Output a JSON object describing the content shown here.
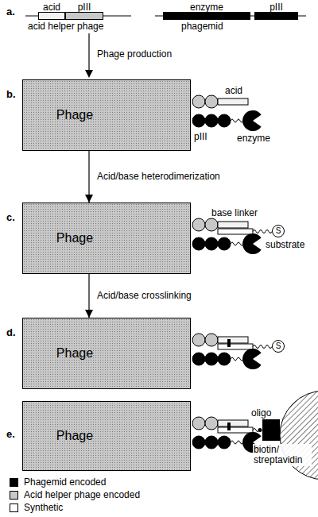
{
  "diagram": {
    "nodes": [
      {
        "text": [
          "acid"
        ]
      },
      {
        "text": [
          "pIII"
        ]
      },
      {
        "text": [
          "enzyme"
        ]
      },
      {
        "text": [
          "pIII"
        ]
      },
      {
        "text": [
          "Phage"
        ]
      },
      {
        "text": [
          "Phage"
        ]
      },
      {
        "text": [
          "S"
        ]
      },
      {
        "text": [
          "Phage"
        ]
      },
      {
        "text": [
          "S"
        ]
      },
      {
        "text": [
          "Phage"
        ]
      }
    ],
    "edges": [
      {
        "from": 4,
        "to": 5,
        "arrow": "to",
        "label": "Acid/base heterodimerization"
      },
      {
        "from": 5,
        "to": 7,
        "arrow": "to",
        "label": "Acid/base crosslinking"
      }
    ],
    "labels": [
      "a.",
      "acid helper phage",
      "phagemid",
      "Phage production",
      "b.",
      "acid",
      "pIII",
      "enzyme",
      "c.",
      "base linker",
      "substrate",
      "d.",
      "e.",
      "oligo",
      "biotin/ streptavidin"
    ],
    "legend": [
      {
        "text": "Phagemid encoded",
        "color": "#000000"
      },
      {
        "text": "Acid helper phage encoded",
        "color": "#c8c8c8"
      },
      {
        "text": "Synthetic",
        "color": "#ffffff"
      }
    ]
  }
}
